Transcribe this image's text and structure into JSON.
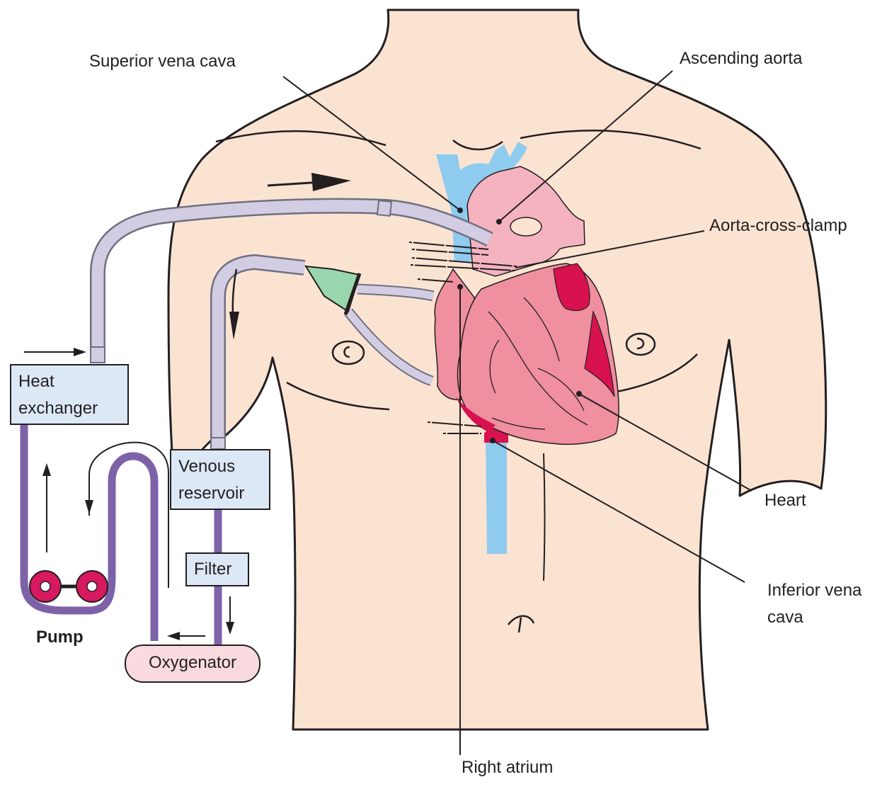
{
  "labels": {
    "superior_vena_cava": "Superior vena cava",
    "ascending_aorta": "Ascending aorta",
    "aorta_cross_clamp": "Aorta-cross-clamp",
    "heart": "Heart",
    "inferior_vena_cava": [
      "Inferior vena",
      "cava"
    ],
    "right_atrium": "Right atrium"
  },
  "circuit": {
    "heat_exchanger": [
      "Heat",
      "exchanger"
    ],
    "venous_reservoir": [
      "Venous",
      "reservoir"
    ],
    "filter": "Filter",
    "oxygenator": "Oxygenator",
    "pump": "Pump"
  },
  "colors": {
    "skin": "#fbe3d2",
    "outline": "#231f20",
    "vein": "#8ecbef",
    "heart": "#ef8fa0",
    "heart_dark": "#d8124f",
    "heart_light": "#f5b3c0",
    "tubing": "#d2cde3",
    "tubing_outline": "#6f6f80",
    "circuit_line": "#7d62a8",
    "pump_fill": "#d8185f",
    "cannula_green": "#9ad6ad",
    "box_fill": "#dce8f6",
    "oxygenator_fill": "#f9dbdf"
  }
}
